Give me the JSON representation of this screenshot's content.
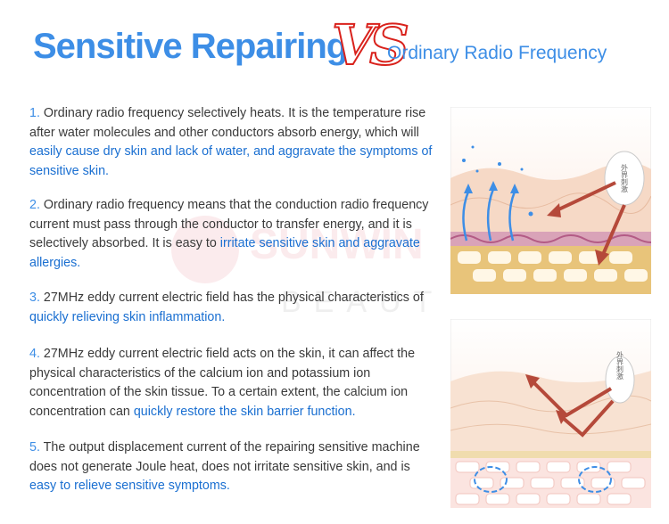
{
  "header": {
    "left_title": "Sensitive Repairing",
    "vs": "VS",
    "right_title": "Ordinary Radio Frequency"
  },
  "points": [
    {
      "num": "1.",
      "text": " Ordinary radio frequency selectively heats. It is the temperature rise after water molecules and other conductors absorb energy, which will ",
      "highlight": "easily cause dry skin and lack of water, and aggravate the symptoms of sensitive skin."
    },
    {
      "num": "2.",
      "text": " Ordinary radio frequency means that the conduction radio frequency current must pass through the conductor to transfer energy, and it is selectively absorbed. It is easy to ",
      "highlight": "irritate sensitive skin and aggravate allergies."
    },
    {
      "num": "3.",
      "text": " 27MHz eddy current electric field has the physical characteristics of ",
      "highlight": "quickly relieving skin inflammation."
    },
    {
      "num": "4.",
      "text": " 27MHz eddy current electric field acts on the skin, it can affect the physical characteristics of the calcium ion and potassium ion concentration of the skin tissue. To a certain extent, the calcium ion concentration can ",
      "highlight": "quickly restore the skin barrier function."
    },
    {
      "num": "5.",
      "text": " The output displacement current of the repairing sensitive machine does not generate Joule heat, does not irritate sensitive skin, and is ",
      "highlight": "easy to relieve sensitive symptoms."
    }
  ],
  "watermark": {
    "brand": "SUNWIN",
    "sub": "BEAUTY"
  },
  "illustrations": {
    "top_label": "外界刺激",
    "bottom_label": "外界刺激"
  },
  "colors": {
    "accent": "#3d8ee6",
    "highlight": "#1a6fd1",
    "vs_red": "#d9221c",
    "arrow": "#b5493a"
  }
}
